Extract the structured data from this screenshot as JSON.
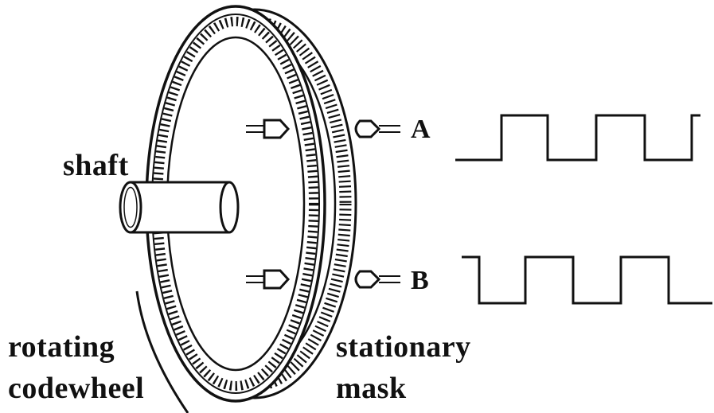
{
  "labels": {
    "shaft": "shaft",
    "channel_a": "A",
    "channel_b": "B",
    "rotating_line1": "rotating",
    "rotating_line2": "codewheel",
    "stationary_line1": "stationary",
    "stationary_line2": "mask"
  },
  "colors": {
    "ink": "#111111",
    "background": "#ffffff"
  },
  "icons": {
    "sensor_emitter": "led-emitter-icon",
    "sensor_detector": "photo-detector-icon"
  }
}
